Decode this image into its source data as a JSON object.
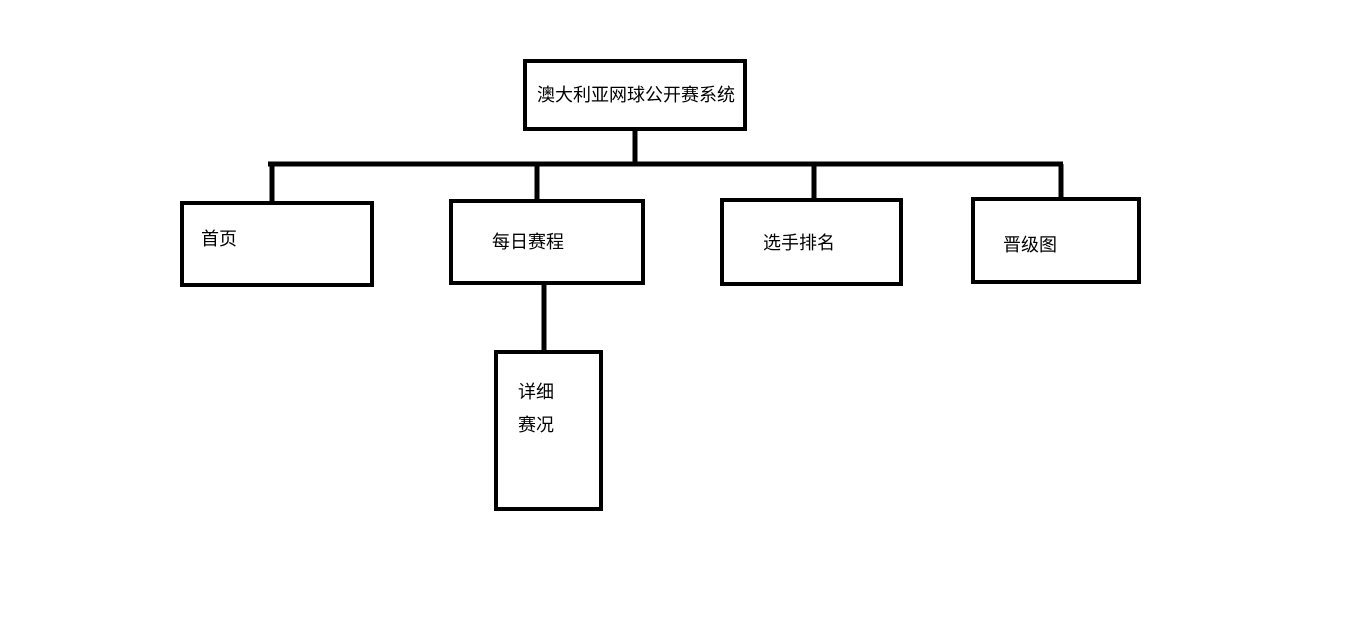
{
  "diagram": {
    "root": {
      "label": "澳大利亚网球公开赛系统"
    },
    "nodes": [
      {
        "label": "首页"
      },
      {
        "label": "每日赛程"
      },
      {
        "label": "选手排名"
      },
      {
        "label": "晋级图"
      }
    ],
    "child": {
      "lines": [
        "详细",
        "赛况"
      ]
    },
    "colors": {
      "stroke": "#000000",
      "background": "#ffffff"
    }
  }
}
